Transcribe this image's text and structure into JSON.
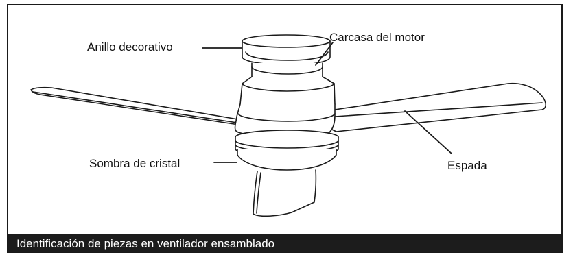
{
  "labels": {
    "anillo": "Anillo decorativo",
    "carcasa": "Carcasa del motor",
    "sombra": "Sombra de cristal",
    "espada": "Espada"
  },
  "caption": "Identificación de piezas en ventilador ensamblado",
  "colors": {
    "ink": "#1a1a1a",
    "caption_bg": "#1c1c1c",
    "caption_text": "#ffffff"
  }
}
